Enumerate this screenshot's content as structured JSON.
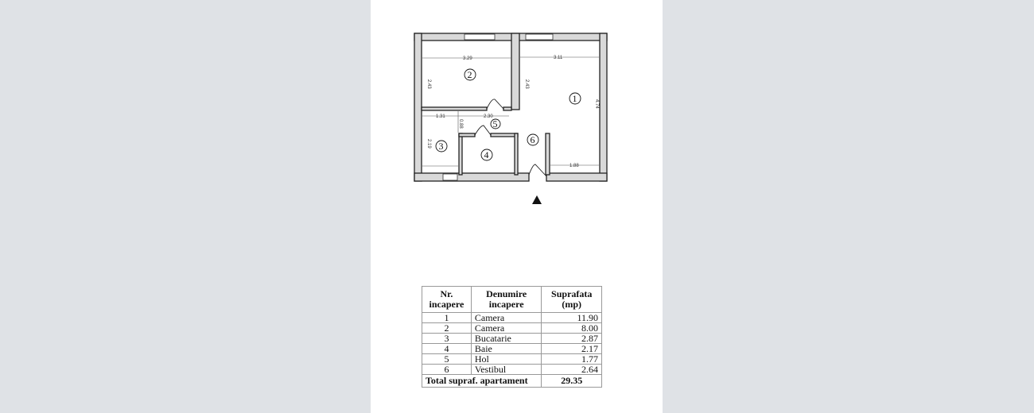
{
  "plan": {
    "rooms": [
      "1",
      "2",
      "3",
      "4",
      "5",
      "6"
    ],
    "dimensions": {
      "room2_width": "3.29",
      "room2_height": "2.43",
      "room1_width": "3.11",
      "room1_left_height": "2.43",
      "room1_height": "4.74",
      "hall_left": "1.31",
      "hall_width": "2.30",
      "hall_depth": "0.88",
      "room3_height": "2.19",
      "room1_bottom": "1.88"
    }
  },
  "table": {
    "headers": [
      "Nr. incapere",
      "Denumire incapere",
      "Suprafata (mp)"
    ],
    "rows": [
      {
        "nr": "1",
        "name": "Camera",
        "area": "11.90"
      },
      {
        "nr": "2",
        "name": "Camera",
        "area": "8.00"
      },
      {
        "nr": "3",
        "name": "Bucatarie",
        "area": "2.87"
      },
      {
        "nr": "4",
        "name": "Baie",
        "area": "2.17"
      },
      {
        "nr": "5",
        "name": "Hol",
        "area": "1.77"
      },
      {
        "nr": "6",
        "name": "Vestibul",
        "area": "2.64"
      }
    ],
    "total_label": "Total supraf. apartament",
    "total_value": "29.35"
  }
}
